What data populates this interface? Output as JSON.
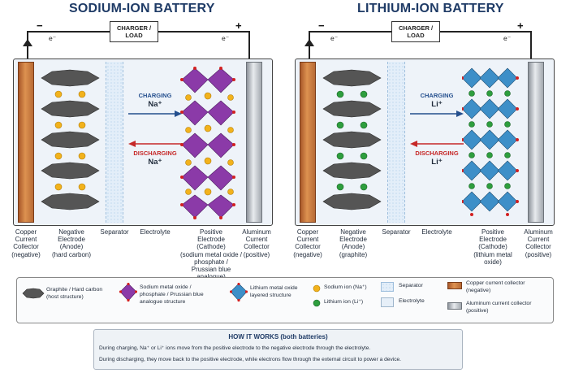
{
  "titles": {
    "sodium": "SODIUM-ION BATTERY",
    "lithium": "LITHIUM-ION BATTERY"
  },
  "circuit": {
    "minus": "−",
    "plus": "+",
    "electron": "e⁻",
    "load_line1": "CHARGER /",
    "load_line2": "LOAD"
  },
  "sodium": {
    "charging": "CHARGING",
    "discharging": "DISCHARGING",
    "ion": "Na⁺",
    "labels": {
      "copper": [
        "Copper",
        "Current",
        "Collector",
        "(negative)"
      ],
      "negative": [
        "Negative",
        "Electrode",
        "(Anode)",
        "(hard carbon)"
      ],
      "separator": [
        "Separator"
      ],
      "electrolyte": [
        "Electrolyte"
      ],
      "positive": [
        "Positive",
        "Electrode",
        "(Cathode)",
        "(sodium metal oxide /",
        "phosphate /",
        "Prussian blue",
        "analogue)"
      ],
      "aluminum": [
        "Aluminum",
        "Current",
        "Collector",
        "(positive)"
      ]
    }
  },
  "lithium": {
    "charging": "CHARGING",
    "discharging": "DISCHARGING",
    "ion": "Li⁺",
    "labels": {
      "copper": [
        "Copper",
        "Current",
        "Collector",
        "(negative)"
      ],
      "negative": [
        "Negative",
        "Electrode",
        "(Anode)",
        "(graphite)"
      ],
      "separator": [
        "Separator"
      ],
      "electrolyte": [
        "Electrolyte"
      ],
      "positive": [
        "Positive",
        "Electrode",
        "(Cathode)",
        "(lithium metal",
        "oxide)"
      ],
      "aluminum": [
        "Aluminum",
        "Current",
        "Collector",
        "(positive)"
      ]
    }
  },
  "legend": {
    "graphite": [
      "Graphite / Hard carbon",
      "(host structure)"
    ],
    "sodium_oxide": [
      "Sodium metal oxide /",
      "phosphate / Prussian blue",
      "analogue structure"
    ],
    "lithium_oxide": [
      "Lithium metal oxide",
      "layered structure"
    ],
    "sodium_ion": "Sodium ion (Na⁺)",
    "lithium_ion": "Lithium ion (Li⁺)",
    "separator": "Separator",
    "electrolyte": "Electrolyte",
    "copper": [
      "Copper current collector",
      "(negative)"
    ],
    "aluminum": [
      "Aluminum current collector",
      "(positive)"
    ]
  },
  "how": {
    "title": "HOW IT WORKS (both batteries)",
    "line1": "During charging, Na⁺ or Li⁺ ions move from the positive electrode to the negative electrode through the electrolyte.",
    "line2": "During discharging, they move back to the positive electrode, while electrons flow through the external circuit to power a device."
  },
  "colors": {
    "title": "#1f3b66",
    "charging": "#244f8e",
    "discharging": "#c62828",
    "sodium_ion": "#f2b21c",
    "lithium_ion": "#2e9e3e",
    "sodium_cathode": "#8b3aa8",
    "lithium_cathode": "#3d8fc8",
    "oxygen": "#d32020",
    "copper": "#c77838",
    "aluminum": "#b9bec4",
    "graphite": "#4a4a4a"
  }
}
